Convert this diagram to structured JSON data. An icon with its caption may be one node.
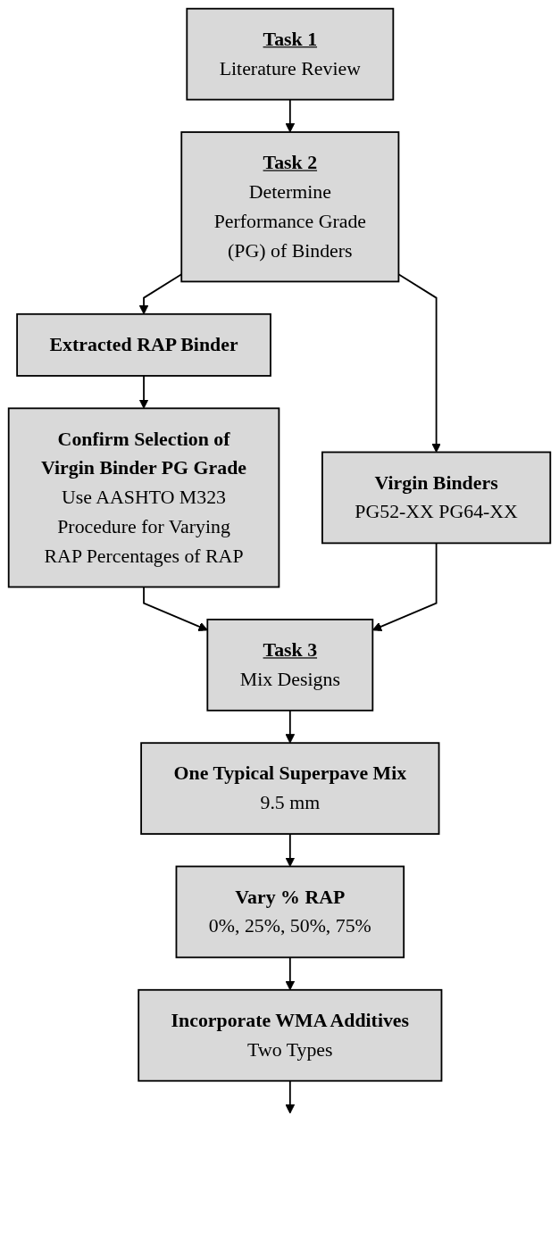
{
  "diagram": {
    "nodes": [
      {
        "text": [
          "Task 1",
          "Literature Review"
        ]
      },
      {
        "text": [
          "Task 2",
          "Determine Performance Grade (PG) of Binders"
        ]
      },
      {
        "text": [
          "Extracted RAP Binder"
        ]
      },
      {
        "text": [
          "Virgin Binders",
          "PG52-XX PG64-XX"
        ]
      },
      {
        "text": [
          "Confirm Selection of Virgin Binder PG Grade",
          "Use AASHTO M323 Procedure for Varying RAP Percentages of RAP"
        ]
      },
      {
        "text": [
          "Task 3",
          "Mix Designs"
        ]
      },
      {
        "text": [
          "One Typical Superpave Mix",
          "9.5 mm"
        ]
      },
      {
        "text": [
          "Vary % RAP",
          "0%, 25%, 50%, 75%"
        ]
      },
      {
        "text": [
          "Incorporate WMA Additives",
          "Two Types"
        ]
      }
    ],
    "edges": [
      {
        "from": 0,
        "to": 1,
        "arrow": "to"
      },
      {
        "from": 1,
        "to": 2,
        "arrow": "to"
      },
      {
        "from": 1,
        "to": 3,
        "arrow": "to"
      },
      {
        "from": 2,
        "to": 4,
        "arrow": "to"
      },
      {
        "from": 4,
        "to": 5,
        "arrow": "to"
      },
      {
        "from": 3,
        "to": 5,
        "arrow": "to"
      },
      {
        "from": 5,
        "to": 6,
        "arrow": "to"
      },
      {
        "from": 6,
        "to": 7,
        "arrow": "to"
      },
      {
        "from": 7,
        "to": 8,
        "arrow": "to"
      },
      {
        "from": 8,
        "to": null,
        "arrow": "to"
      }
    ]
  }
}
